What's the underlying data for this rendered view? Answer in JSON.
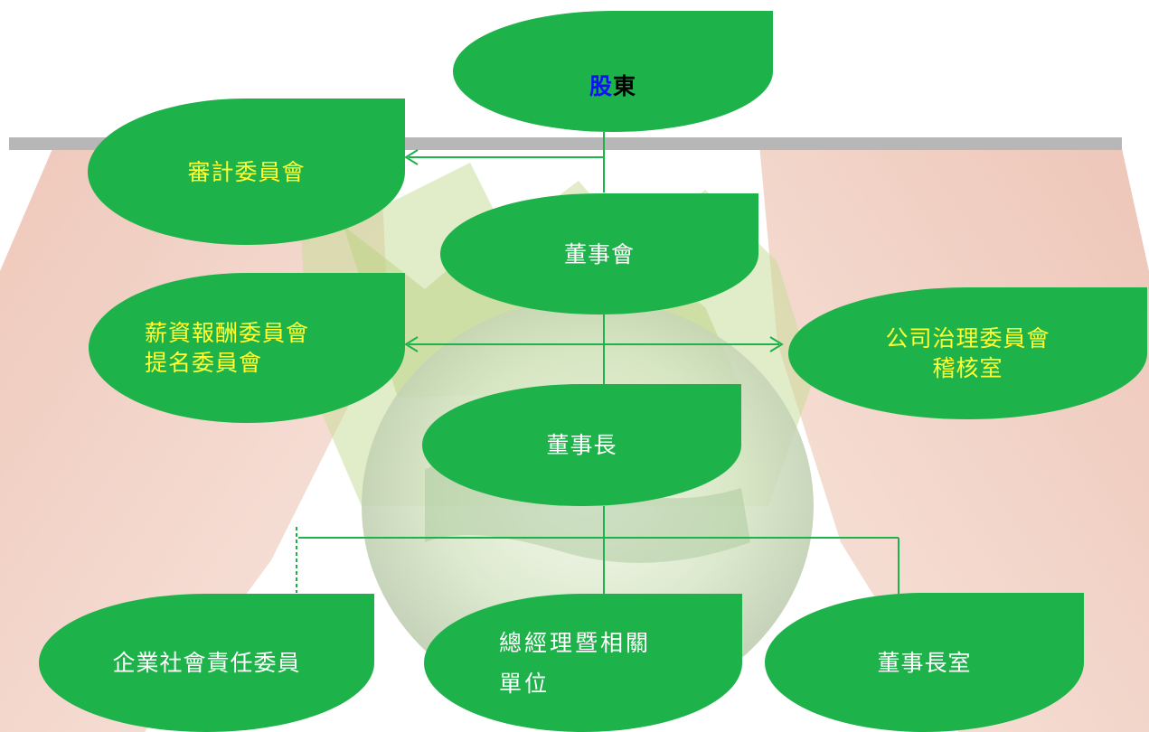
{
  "colors": {
    "node_fill": "#1db24a",
    "connector": "#1db24a",
    "yellow_text": "#ffff33",
    "white_text": "#ffffff",
    "shareholder_char1": "#1010ff",
    "shareholder_char2": "#000000",
    "bar": "#b7b7b7"
  },
  "org_chart": {
    "shareholders": {
      "char1": "股",
      "char2": "東"
    },
    "audit_committee": "審計委員會",
    "board": "董事會",
    "remuneration_nomination": "薪資報酬委員會\n提名委員會",
    "governance_audit": "公司治理委員會\n稽核室",
    "chairman": "董事長",
    "csr_committee": "企業社會責任委員",
    "gm_units": "總經理暨相關\n單位",
    "chairman_office": "董事長室"
  }
}
